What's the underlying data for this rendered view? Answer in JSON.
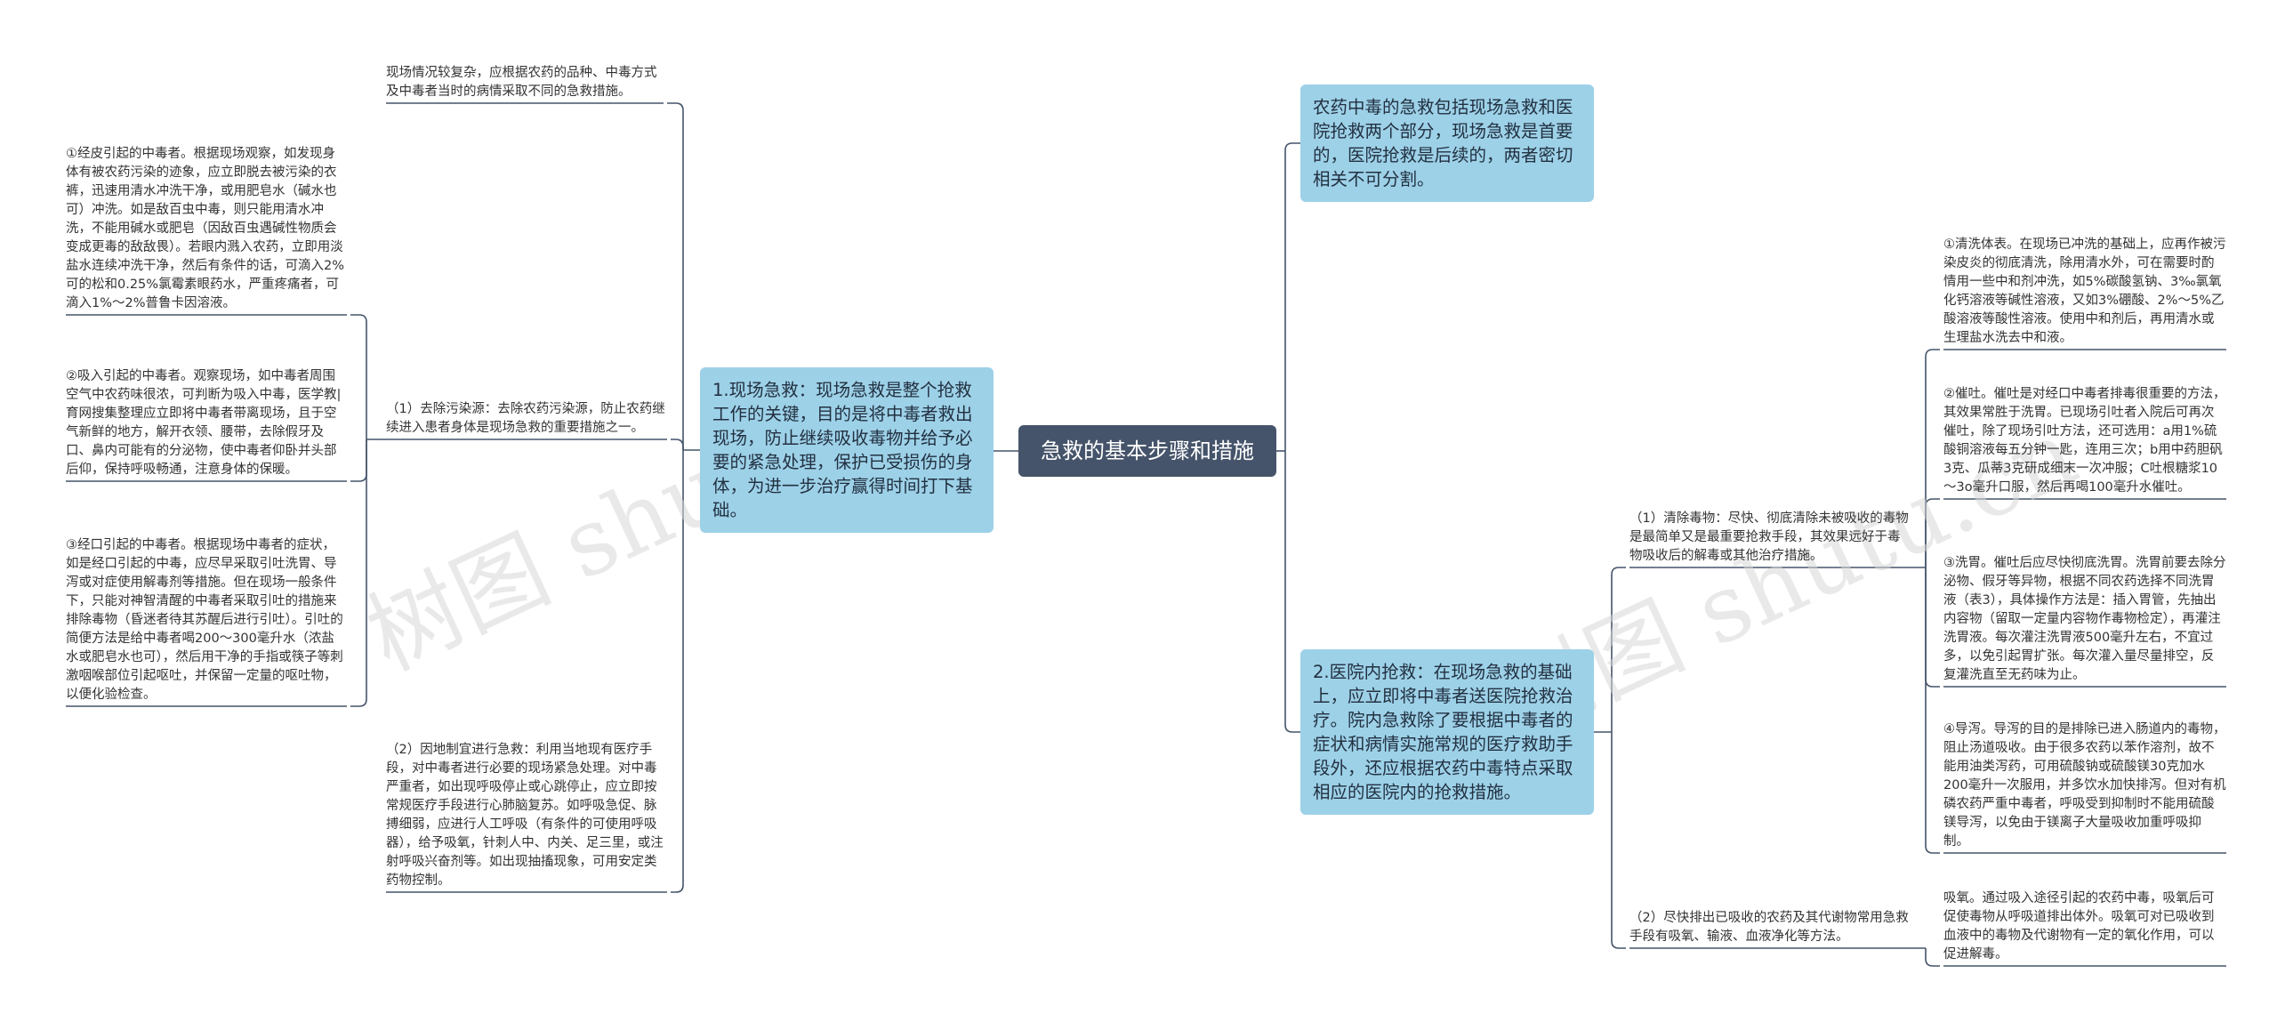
{
  "watermarks": [
    "树图 shutu.cn",
    "树图 shutu.cn"
  ],
  "root": {
    "label": "急救的基本步骤和措施"
  },
  "left": {
    "main": "1.现场急救：现场急救是整个抢救工作的关键，目的是将中毒者救出现场，防止继续吸收毒物并给予必要的紧急处理，保护已受损伤的身体，为进一步治疗赢得时间打下基础。",
    "top_note": "现场情况较复杂，应根据农药的品种、中毒方式及中毒者当时的病情采取不同的急救措施。",
    "item1": {
      "label": "（1）去除污染源：去除农药污染源，防止农药继续进入患者身体是现场急救的重要措施之一。",
      "children": [
        "①经皮引起的中毒者。根据现场观察，如发现身体有被农药污染的迹象，应立即脱去被污染的衣裤，迅速用清水冲洗干净，或用肥皂水（碱水也可）冲洗。如是敌百虫中毒，则只能用清水冲洗，不能用碱水或肥皂（因敌百虫遇碱性物质会变成更毒的敌敌畏）。若眼内溅入农药，立即用淡盐水连续冲洗干净，然后有条件的话，可滴入2%可的松和0.25%氯霉素眼药水，严重疼痛者，可滴入1%～2%普鲁卡因溶液。",
        "②吸入引起的中毒者。观察现场，如中毒者周围空气中农药味很浓，可判断为吸入中毒，医学教|育网搜集整理应立即将中毒者带离现场，且于空气新鲜的地方，解开衣领、腰带，去除假牙及口、鼻内可能有的分泌物，使中毒者仰卧并头部后仰，保持呼吸畅通，注意身体的保暖。",
        "③经口引起的中毒者。根据现场中毒者的症状，如是经口引起的中毒，应尽早采取引吐洗胃、导泻或对症使用解毒剂等措施。但在现场一般条件下，只能对神智清醒的中毒者采取引吐的措施来排除毒物（昏迷者待其苏醒后进行引吐）。引吐的简便方法是给中毒者喝200～300毫升水（浓盐水或肥皂水也可），然后用干净的手指或筷子等刺激咽喉部位引起呕吐，并保留一定量的呕吐物，以便化验检查。"
      ]
    },
    "item2": "（2）因地制宜进行急救：利用当地现有医疗手段，对中毒者进行必要的现场紧急处理。对中毒严重者，如出现呼吸停止或心跳停止，应立即按常规医疗手段进行心肺脑复苏。如呼吸急促、脉搏细弱，应进行人工呼吸（有条件的可使用呼吸器），给予吸氧，针刺人中、内关、足三里，或注射呼吸兴奋剂等。如出现抽搐现象，可用安定类药物控制。"
  },
  "right": {
    "intro": "农药中毒的急救包括现场急救和医院抢救两个部分，现场急救是首要的，医院抢救是后续的，两者密切相关不可分割。",
    "main": "2.医院内抢救：在现场急救的基础上，应立即将中毒者送医院抢救治疗。院内急救除了要根据中毒者的症状和病情实施常规的医疗救助手段外，还应根据农药中毒特点采取相应的医院内的抢救措施。",
    "item1": {
      "label": "（1）清除毒物：尽快、彻底清除未被吸收的毒物是最简单又是最重要抢救手段，其效果远好于毒物吸收后的解毒或其他治疗措施。",
      "children": [
        "①清洗体表。在现场已冲洗的基础上，应再作被污染皮炎的彻底清洗，除用清水外，可在需要时酌情用一些中和剂冲洗，如5%碳酸氢钠、3‰氯氧化钙溶液等碱性溶液，又如3%硼酸、2%～5%乙酸溶液等酸性溶液。使用中和剂后，再用清水或生理盐水洗去中和液。",
        "②催吐。催吐是对经口中毒者排毒很重要的方法，其效果常胜于洗胃。已现场引吐者入院后可再次催吐，除了现场引吐方法，还可选用：a用1%硫酸铜溶液每五分钟一匙，连用三次；b用中药胆矾3克、瓜蒂3克研成细末一次冲服；C吐根糖浆10～3o毫升口服，然后再喝100毫升水催吐。",
        "③洗胃。催吐后应尽快彻底洗胃。洗胃前要去除分泌物、假牙等异物，根据不同农药选择不同洗胃液（表3），具体操作方法是：插入胃管，先抽出内容物（留取一定量内容物作毒物检定），再灌注洗胃液。每次灌注洗胃液500毫升左右，不宜过多，以免引起胃扩张。每次灌入量尽量排空，反复灌洗直至无药味为止。",
        "④导泻。导泻的目的是排除已进入肠道内的毒物，阻止汤道吸收。由于很多农药以苯作溶剂，故不能用油类泻药，可用硫酸钠或硫酸镁30克加水200毫升一次服用，并多饮水加快排泻。但对有机磷农药严重中毒者，呼吸受到抑制时不能用硫酸镁导泻，以免由于镁离子大量吸收加重呼吸抑制。"
      ]
    },
    "item2": {
      "label": "（2）尽快排出已吸收的农药及其代谢物常用急救手段有吸氧、输液、血液净化等方法。",
      "children": [
        "吸氧。通过吸入途径引起的农药中毒，吸氧后可促使毒物从呼吸道排出体外。吸氧可对已吸收到血液中的毒物及代谢物有一定的氧化作用，可以促进解毒。"
      ]
    }
  },
  "colors": {
    "root_bg": "#45546a",
    "branch_bg": "#9dd1e8",
    "line": "#45546a"
  }
}
